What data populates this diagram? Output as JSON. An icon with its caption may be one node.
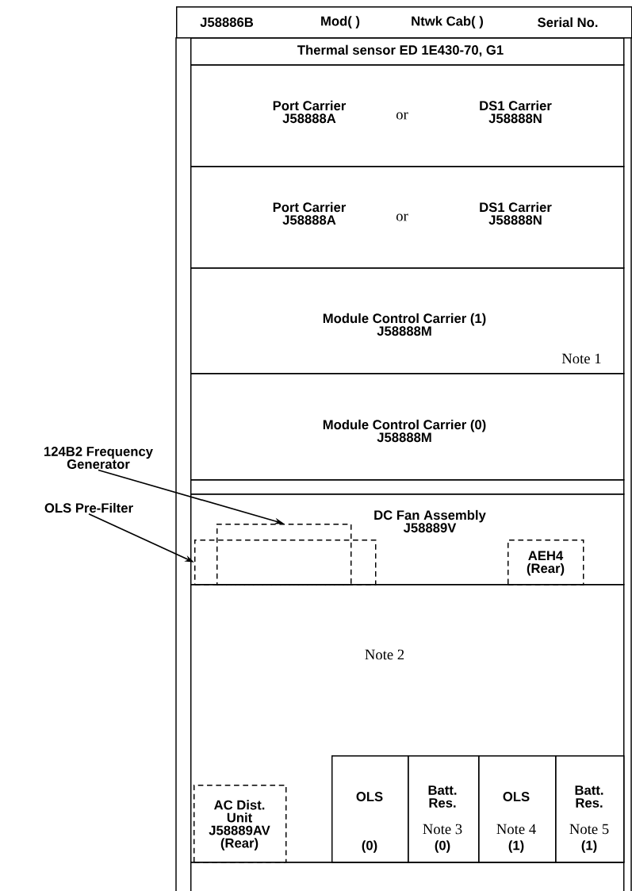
{
  "diagram": {
    "nodes": [
      {
        "text": [
          "J58886B",
          "Mod( )",
          "Ntwk Cab( )",
          "Serial No."
        ]
      },
      {
        "text": [
          "Thermal sensor ED 1E430-70, G1"
        ]
      },
      {
        "text": [
          "Port Carrier J58888A",
          "or",
          "DS1 Carrier J58888N"
        ]
      },
      {
        "text": [
          "Port Carrier J58888A",
          "or",
          "DS1 Carrier J58888N"
        ]
      },
      {
        "text": [
          "Module Control Carrier (1) J58888M",
          "Note 1"
        ]
      },
      {
        "text": [
          "Module Control Carrier (0) J58888M"
        ]
      },
      {
        "text": [
          "124B2 Frequency Generator"
        ]
      },
      {
        "text": [
          "OLS Pre-Filter"
        ]
      },
      {
        "text": [],
        "shape": "box"
      },
      {
        "text": [
          "DC Fan Assembly J58889V"
        ]
      },
      {
        "text": [],
        "shape": "box",
        "in": 9
      },
      {
        "text": [],
        "shape": "box",
        "in": 9
      },
      {
        "text": [
          "AEH4 (Rear)"
        ],
        "in": 9
      },
      {
        "text": [
          "Note 2"
        ]
      },
      {
        "text": [
          "AC Dist. Unit J58889AV (Rear)"
        ],
        "in": 13
      },
      {
        "text": [
          "OLS",
          "(0)"
        ],
        "in": 13
      },
      {
        "text": [
          "Batt. Res.",
          "Note 3",
          "(0)"
        ],
        "in": 13
      },
      {
        "text": [
          "OLS",
          "Note 4",
          "(1)"
        ],
        "in": 13
      },
      {
        "text": [
          "Batt. Res.",
          "Note 5",
          "(1)"
        ],
        "in": 13
      },
      {
        "text": [],
        "shape": "box"
      }
    ],
    "edges": [
      {
        "from": 6,
        "to": 10,
        "arrow": "to"
      },
      {
        "from": 7,
        "to": 11,
        "arrow": "to"
      }
    ]
  }
}
